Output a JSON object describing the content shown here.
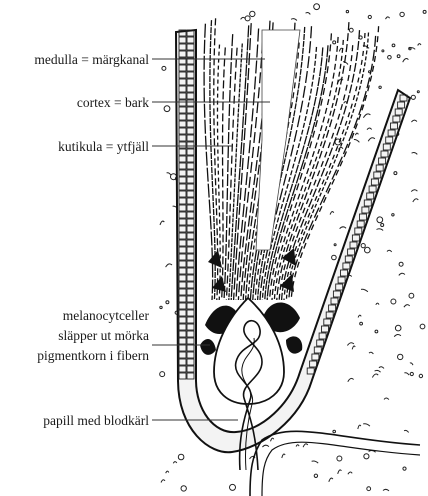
{
  "labels": {
    "medulla": "medulla = märgkanal",
    "cortex": "cortex = bark",
    "kutikula": "kutikula = ytfjäll",
    "melanocyt": [
      "melanocytceller",
      "släpper ut mörka",
      "pigmentkorn i fibern"
    ],
    "papill": "papill med blodkärl"
  },
  "colors": {
    "ink": "#1a1a1a",
    "background": "#ffffff"
  }
}
